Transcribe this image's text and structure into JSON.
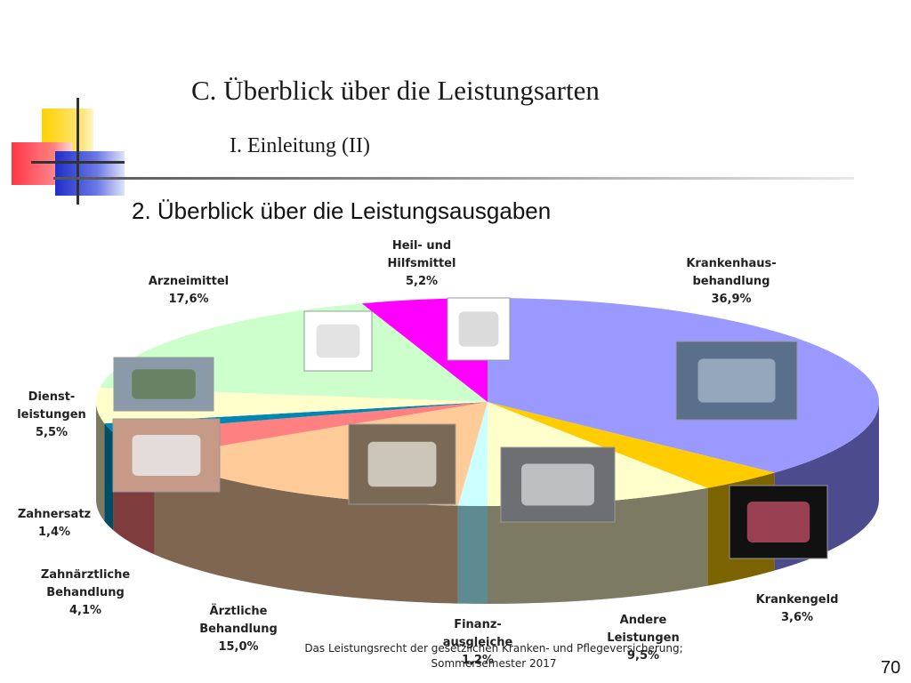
{
  "slide": {
    "title": "C. Überblick über die Leistungsarten",
    "subtitle": "I. Einleitung (II)",
    "heading": "2. Überblick über die Leistungsausgaben",
    "footer_line1": "Das  Leistungsrecht der gesetzlichen Kranken- und Pflegeversicherung;",
    "footer_line2": "Sommersemester 2017",
    "page_number": "70"
  },
  "chart_data": {
    "type": "pie",
    "title": "",
    "unit": "%",
    "slices": [
      {
        "name": "Krankenhaus-behandlung",
        "value": 36.9,
        "label_lines": [
          "Krankenhaus-",
          "behandlung",
          "36,9%"
        ],
        "color": "#9999ff",
        "side_color": "#4b4b8e",
        "photo": "surgery-photo"
      },
      {
        "name": "Krankengeld",
        "value": 3.6,
        "label_lines": [
          "Krankengeld",
          "3,6%"
        ],
        "color": "#ffcc00",
        "side_color": "#7a6300",
        "photo": "money-photo"
      },
      {
        "name": "Andere Leistungen",
        "value": 9.5,
        "label_lines": [
          "Andere",
          "Leistungen",
          "9,5%"
        ],
        "color": "#ffffcc",
        "side_color": "#7d7a64",
        "photo": "ambulance-photo"
      },
      {
        "name": "Finanz-ausgleiche",
        "value": 1.2,
        "label_lines": [
          "Finanz-",
          "ausgleiche",
          "1,2%"
        ],
        "color": "#ccffff",
        "side_color": "#5e8a92",
        "photo": ""
      },
      {
        "name": "Ärztliche Behandlung",
        "value": 15.0,
        "label_lines": [
          "Ärztliche",
          "Behandlung",
          "15,0%"
        ],
        "color": "#ffcc99",
        "side_color": "#7f6650",
        "photo": "doctor-photo"
      },
      {
        "name": "Zahnärztliche Behandlung",
        "value": 4.1,
        "label_lines": [
          "Zahnärztliche",
          "Behandlung",
          "4,1%"
        ],
        "color": "#ff8080",
        "side_color": "#7f3c3c",
        "photo": "dentist-photo"
      },
      {
        "name": "Zahnersatz",
        "value": 1.4,
        "label_lines": [
          "Zahnersatz",
          "1,4%"
        ],
        "color": "#0086b3",
        "side_color": "#004d66",
        "photo": ""
      },
      {
        "name": "Dienst-leistungen",
        "value": 5.5,
        "label_lines": [
          "Dienst-",
          "leistungen",
          "5,5%"
        ],
        "color": "#ffffcc",
        "side_color": "#7d7a64",
        "photo": "building-photo"
      },
      {
        "name": "Arzneimittel",
        "value": 17.6,
        "label_lines": [
          "Arzneimittel",
          "17,6%"
        ],
        "color": "#ccffcc",
        "side_color": "#648064",
        "photo": "pills-photo"
      },
      {
        "name": "Heil- und Hilfsmittel",
        "value": 5.2,
        "label_lines": [
          "Heil- und",
          "Hilfsmittel",
          "5,2%"
        ],
        "color": "#ff00ff",
        "side_color": "#800080",
        "photo": "wheelchair-photo"
      }
    ]
  }
}
